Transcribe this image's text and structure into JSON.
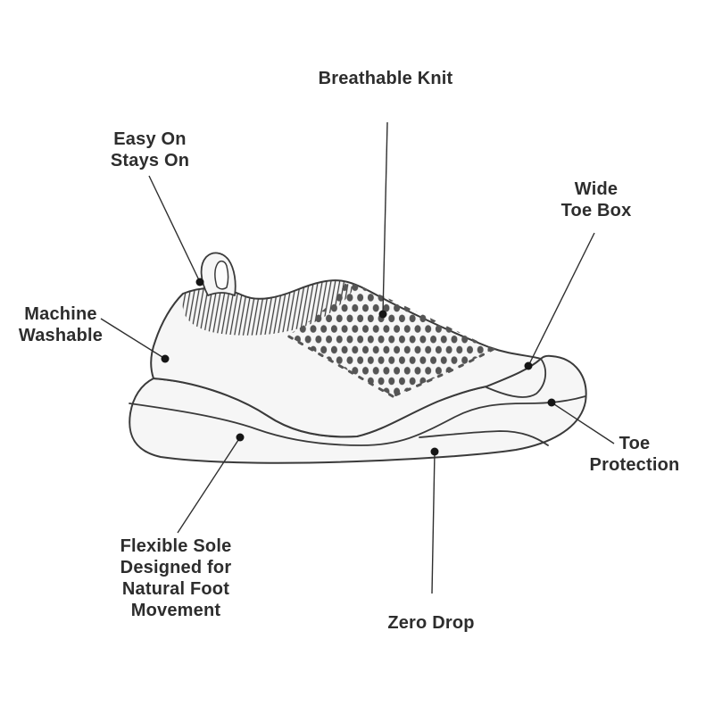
{
  "diagram": {
    "illustration_name": "knit-slip-on-shoe-side-view-icon"
  },
  "colors": {
    "background": "#ffffff",
    "line_color": "#3a3a3a",
    "shoe_fill": "#f6f6f6",
    "knit_dot_color": "#555555",
    "text_color": "#2d2d2d",
    "leader_color": "#2f2f2f",
    "anchor_dot_color": "#151515"
  },
  "callouts": {
    "breathable_knit": {
      "lines": [
        "Breathable Knit"
      ]
    },
    "easy_on": {
      "lines": [
        "Easy On",
        "Stays On"
      ]
    },
    "wide_toe_box": {
      "lines": [
        "Wide",
        "Toe Box"
      ]
    },
    "machine_washable": {
      "lines": [
        "Machine",
        "Washable"
      ]
    },
    "toe_protection": {
      "lines": [
        "Toe",
        "Protection"
      ]
    },
    "flexible_sole": {
      "lines": [
        "Flexible Sole",
        "Designed for",
        "Natural Foot",
        "Movement"
      ]
    },
    "zero_drop": {
      "lines": [
        "Zero Drop"
      ]
    }
  }
}
